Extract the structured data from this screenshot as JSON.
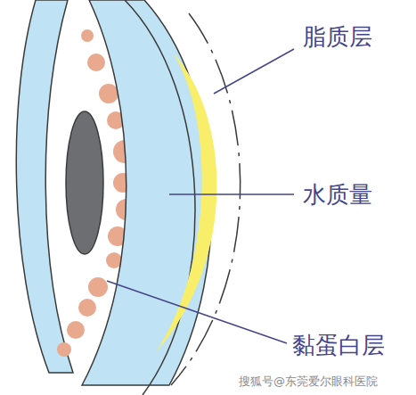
{
  "diagram": {
    "labels": [
      "脂质层",
      "水质量",
      "黏蛋白层",
      "搜狐号@东莞爱尔眼科医院"
    ]
  }
}
